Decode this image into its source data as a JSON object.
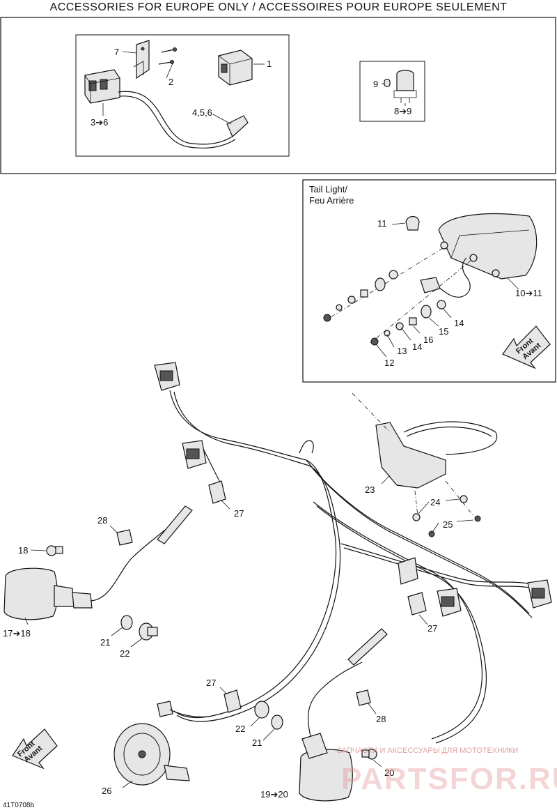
{
  "header": {
    "title": "ACCESSORIES FOR EUROPE ONLY / ACCESSOIRES POUR EUROPE SEULEMENT"
  },
  "tail_light_box": {
    "title_line1": "Tail Light/",
    "title_line2": "Feu Arrière"
  },
  "front_arrow": {
    "line1": "Front",
    "line2": "Avant"
  },
  "callouts": {
    "c1": "1",
    "c2": "2",
    "c3": "3➔6",
    "c456": "4,5,6",
    "c7": "7",
    "c9a": "9",
    "c89": "8➔9",
    "c11": "11",
    "c1011": "10➔11",
    "c12": "12",
    "c13": "13",
    "c14a": "14",
    "c14b": "14",
    "c15": "15",
    "c16": "16",
    "c18": "18",
    "c1718": "17➔18",
    "c21a": "21",
    "c22a": "22",
    "c23": "23",
    "c24": "24",
    "c25": "25",
    "c27a": "27",
    "c27b": "27",
    "c27c": "27",
    "c28a": "28",
    "c28b": "28",
    "c22b": "22",
    "c21b": "21",
    "c26": "26",
    "c20": "20",
    "c1920": "19➔20"
  },
  "figure_code": "41T0708b",
  "watermark": {
    "line1": "ЗАПЧАСТИ И АКСЕССУАРЫ ДЛЯ МОТОТЕХНИКИ",
    "line2": "PARTSFOR.RU"
  }
}
